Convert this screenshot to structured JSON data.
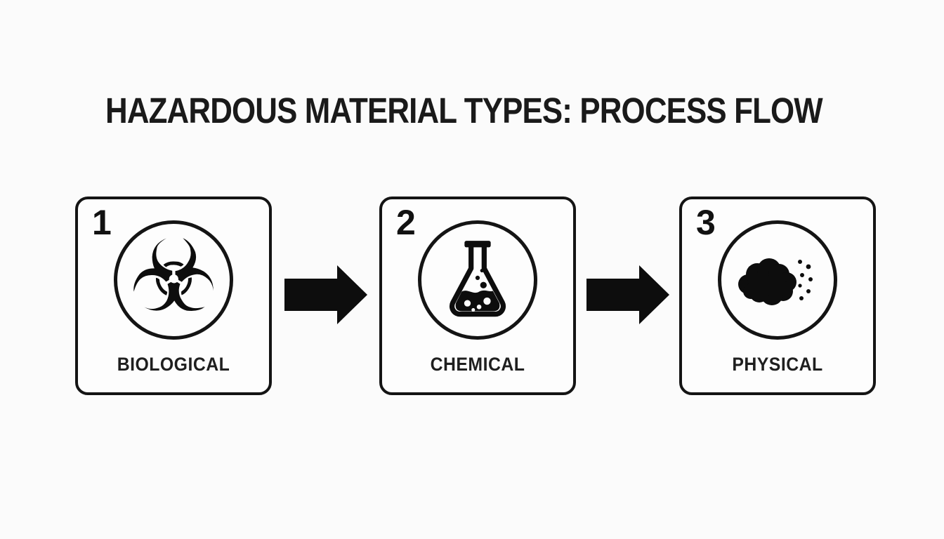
{
  "page": {
    "background_color": "#fbfbfb",
    "ink_color": "#141414"
  },
  "title": "HAZARDOUS MATERIAL TYPES: PROCESS FLOW",
  "flow": {
    "steps": [
      {
        "number": "1",
        "label": "BIOLOGICAL",
        "icon": "biohazard-icon",
        "glyph": "☣"
      },
      {
        "number": "2",
        "label": "CHEMICAL",
        "icon": "flask-icon"
      },
      {
        "number": "3",
        "label": "PHYSICAL",
        "icon": "dust-cloud-icon"
      }
    ],
    "connectors": [
      {
        "icon": "arrow-right-icon",
        "from": "BIOLOGICAL",
        "to": "CHEMICAL"
      },
      {
        "icon": "arrow-right-icon",
        "from": "CHEMICAL",
        "to": "PHYSICAL"
      }
    ]
  }
}
